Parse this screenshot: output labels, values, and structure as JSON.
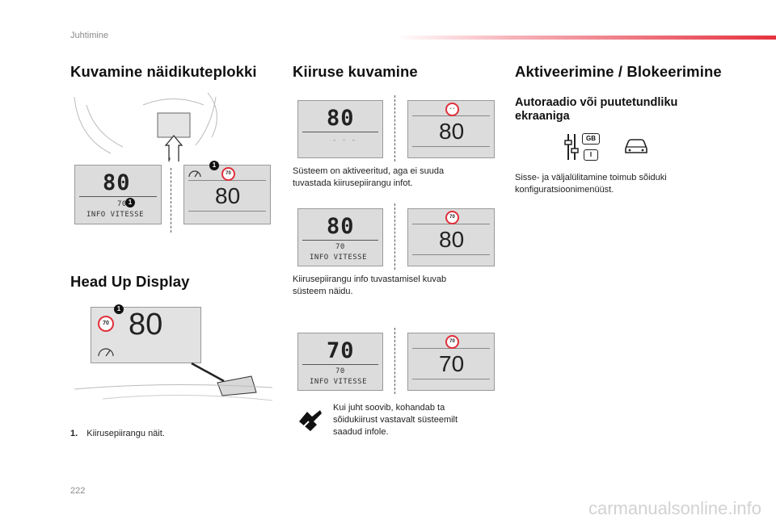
{
  "header": {
    "section": "Juhtimine"
  },
  "page_number": "222",
  "footer": "carmanualsonline.info",
  "col1": {
    "title": "Kuvamine näidikuteplokki",
    "fig1": {
      "left_speed": "80",
      "left_small": "70",
      "left_info": "INFO VITESSE",
      "badge": "1",
      "right_sign": "70",
      "right_speed": "80"
    },
    "hud_title": "Head Up Display",
    "fig2": {
      "sign": "70",
      "speed": "80",
      "badge": "1"
    },
    "note_num": "1.",
    "note_text": "Kiirusepiirangu näit."
  },
  "col2": {
    "title": "Kiiruse kuvamine",
    "fig_a": {
      "left_speed": "80",
      "left_dashes": "- - -",
      "right_sign": "- -",
      "right_speed": "80"
    },
    "text_a": "Süsteem on aktiveeritud, aga ei suuda tuvastada kiirusepiirangu infot.",
    "fig_b": {
      "left_speed": "80",
      "left_small": "70",
      "left_info": "INFO VITESSE",
      "right_sign": "70",
      "right_speed": "80"
    },
    "text_b": "Kiirusepiirangu info tuvastamisel kuvab süsteem näidu.",
    "fig_c": {
      "left_speed": "70",
      "left_small": "70",
      "left_info": "INFO VITESSE",
      "right_sign": "70",
      "right_speed": "70"
    },
    "text_c": "Kui juht soovib, kohandab ta sõidukiirust vastavalt süsteemilt saadud infole."
  },
  "col3": {
    "title": "Aktiveerimine / Blokeerimine",
    "subtitle": "Autoraadio või puutetundliku ekraaniga",
    "icon_gb": "GB",
    "icon_i": "I",
    "text": "Sisse- ja väljalülitamine toimub sõiduki konfiguratsioonimenüüst."
  },
  "colors": {
    "accent_red": "#e5323f",
    "panel": "#dcdcdc"
  }
}
